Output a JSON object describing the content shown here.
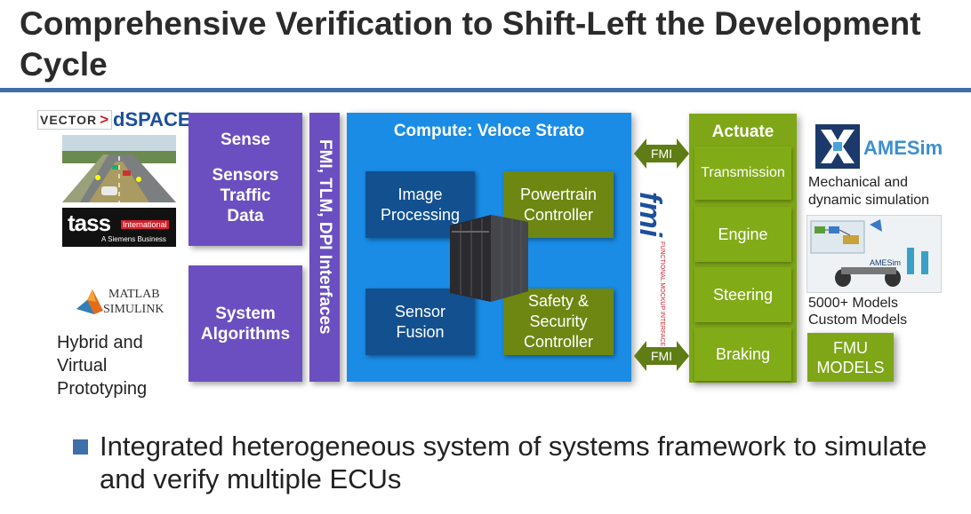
{
  "title": "Comprehensive Verification to Shift-Left the Development Cycle",
  "logos": {
    "vector": "VECTOR",
    "vector_mark": ">",
    "dspace": "dSPACE",
    "tass": "tass",
    "tass_sub": "International",
    "tass_siemens": "A Siemens Business",
    "matlab": "MATLAB",
    "simulink": "SIMULINK",
    "amesim": "AMESim",
    "amesim_small": "AMESim",
    "fmi": "fmi",
    "fmi_sub": "FUNCTIONAL MOCKUP INTERFACE"
  },
  "left_caption": [
    "Hybrid and",
    "Virtual",
    "Prototyping"
  ],
  "sense": {
    "title": "Sense",
    "body": [
      "Sensors",
      "Traffic",
      "Data"
    ]
  },
  "system_algorithms": [
    "System",
    "Algorithms"
  ],
  "interfaces_label": "FMI, TLM, DPI Interfaces",
  "compute": {
    "title": "Compute:  Veloce Strato",
    "image_processing": [
      "Image",
      "Processing"
    ],
    "powertrain": [
      "Powertrain",
      "Controller"
    ],
    "sensor_fusion": [
      "Sensor",
      "Fusion"
    ],
    "safety": [
      "Safety &",
      "Security",
      "Controller"
    ]
  },
  "fmi_top": "FMI",
  "fmi_bottom": "FMI",
  "actuate": {
    "title": "Actuate",
    "items": [
      "Transmission",
      "Engine",
      "Steering",
      "Braking"
    ]
  },
  "amesim_caption": [
    "Mechanical and",
    "dynamic simulation"
  ],
  "models_caption": [
    "5000+ Models",
    "Custom Models"
  ],
  "fmu_models": [
    "FMU",
    "MODELS"
  ],
  "bullet": "Integrated heterogeneous system of systems framework to simulate and verify multiple ECUs",
  "colors": {
    "purple": "#6b4fc0",
    "compute_blue": "#1a8ce6",
    "dark_blue": "#13508f",
    "olive": "#6d8712",
    "green": "#82ab18",
    "accent": "#3e6fa8"
  }
}
